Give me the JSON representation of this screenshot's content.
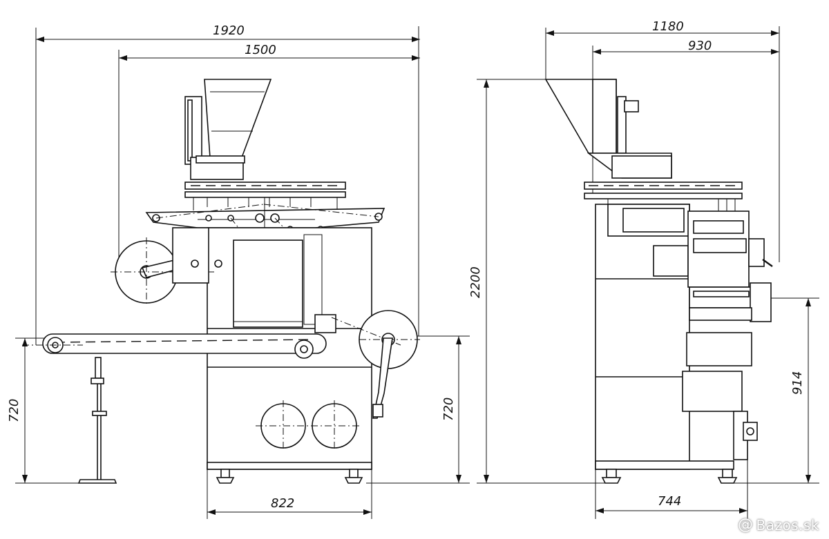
{
  "dimensions": {
    "front_total_width": "1920",
    "front_upper_width": "1500",
    "front_conveyor_height": "720",
    "front_table_height": "720",
    "front_base_width": "822",
    "side_total_width": "1180",
    "side_upper_width": "930",
    "side_total_height": "2200",
    "side_outlet_height": "914",
    "side_base_width": "744"
  },
  "watermark": {
    "icon": "at-sign-logo-icon",
    "text": "Bazos.sk"
  }
}
